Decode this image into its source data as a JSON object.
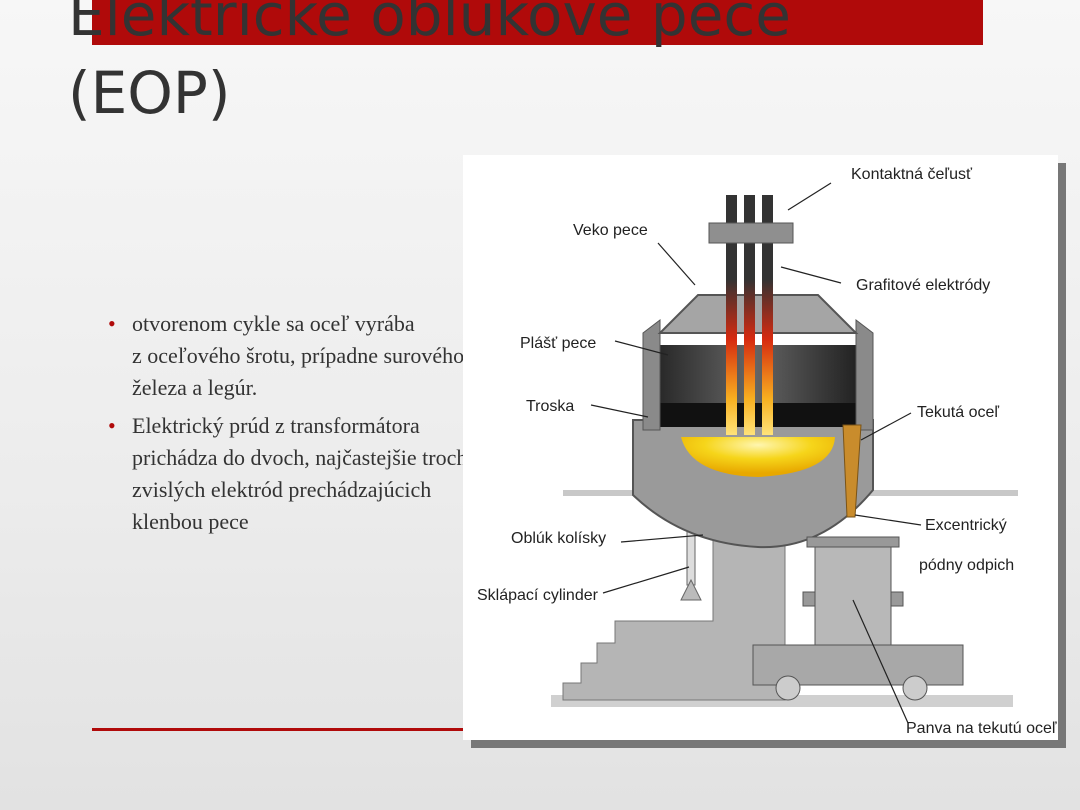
{
  "slide": {
    "title_line1": "Elektrické oblúkové pece",
    "title_line2": "(EOP)",
    "bullets": [
      {
        "line1": "otvorenom cykle sa oceľ vyrába",
        "rest": "z oceľového šrotu, prípadne surového železa a legúr."
      },
      {
        "text": "Elektrický prúd z transformátora prichádza do dvoch, najčastejšie troch zvislých elektród prechádzajúcich klenbou pece"
      }
    ]
  },
  "diagram": {
    "labels": {
      "contact_jaw": "Kontaktná čeľusť",
      "furnace_lid": "Veko pece",
      "graphite_electrodes": "Grafitové elektródy",
      "furnace_shell": "Plášť pece",
      "slag": "Troska",
      "liquid_steel": "Tekutá oceľ",
      "cradle_arc": "Oblúk kolísky",
      "tilting_cylinder": "Sklápací cylinder",
      "eccentric_tap_1": "Excentrický",
      "eccentric_tap_2": "pódny odpich",
      "ladle": "Panva na tekutú oceľ"
    },
    "colors": {
      "accent": "#b00a0a",
      "steel_gray": "#8c8c8c",
      "molten": "#f4d000"
    }
  }
}
